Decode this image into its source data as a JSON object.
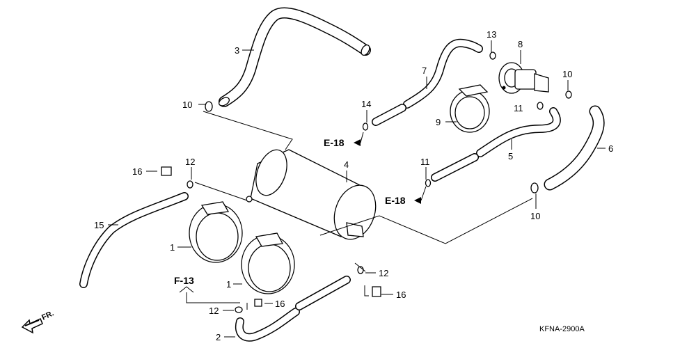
{
  "diagram": {
    "part_callouts": {
      "c1a": "1",
      "c1b": "1",
      "c2": "2",
      "c3": "3",
      "c4": "4",
      "c5": "5",
      "c6": "6",
      "c7": "7",
      "c8": "8",
      "c9": "9",
      "c10a": "10",
      "c10b": "10",
      "c10c": "10",
      "c11a": "11",
      "c11b": "11",
      "c12a": "12",
      "c12b": "12",
      "c12c": "12",
      "c13": "13",
      "c14": "14",
      "c15": "15",
      "c16a": "16",
      "c16b": "16",
      "c16c": "16"
    },
    "section_refs": {
      "e18_top": "E-18",
      "e18_right": "E-18",
      "f13": "F-13"
    },
    "front_indicator": "FR.",
    "drawing_code": "KFNA-2900A"
  }
}
